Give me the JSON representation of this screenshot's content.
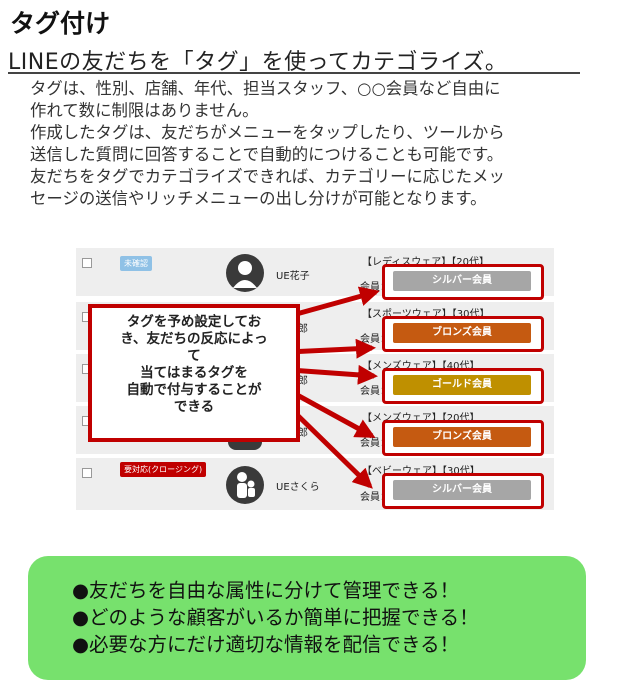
{
  "title": "タグ付け",
  "subtitle": "LINEの友だちを「タグ」を使ってカテゴライズ。",
  "paragraph1": [
    "タグは、性別、店舗、年代、担当スタッフ、○○会員など自由に",
    "作れて数に制限はありません。"
  ],
  "paragraph2": [
    "作成したタグは、友だちがメニューをタップしたり、ツールから",
    "送信した質問に回答することで自動的につけることも可能です。",
    "友だちをタグでカテゴライズできれば、カテゴリーに応じたメッ",
    "セージの送信やリッチメニューの出し分けが可能となります。"
  ],
  "callout": [
    "タグを予め設定してお",
    "き、友だちの反応によっ",
    "て",
    "当てはまるタグを",
    "自動で付与することが",
    "できる"
  ],
  "kaiin_label": "会員：",
  "rows": [
    {
      "badge": "未確認",
      "badge_color": "#8fc1e6",
      "name": "UE花子",
      "tag": "【レディスウェア】【20代】",
      "member": "シルバー会員",
      "member_color": "#a6a6a6"
    },
    {
      "badge": "",
      "badge_color": "",
      "name": "太郎",
      "tag": "【スポーツウェア】【30代】",
      "member": "ブロンズ会員",
      "member_color": "#c55a11"
    },
    {
      "badge": "",
      "badge_color": "",
      "name": "次郎",
      "tag": "【メンズウェア】【40代】",
      "member": "ゴールド会員",
      "member_color": "#bf9000"
    },
    {
      "badge": "",
      "badge_color": "",
      "name": "三郎",
      "tag": "【メンズウェア】【20代】",
      "member": "ブロンズ会員",
      "member_color": "#c55a11"
    },
    {
      "badge": "要対応(クロージング)",
      "badge_color": "#c00000",
      "name": "UEさくら",
      "tag": "【ベビーウェア】【30代】",
      "member": "シルバー会員",
      "member_color": "#a6a6a6"
    }
  ],
  "benefits": [
    "●友だちを自由な属性に分けて管理できる！",
    "●どのような顧客がいるか簡単に把握できる！",
    "●必要な方にだけ適切な情報を配信できる！"
  ],
  "colors": {
    "accent_red": "#c00000",
    "green_box": "#77e16d"
  }
}
